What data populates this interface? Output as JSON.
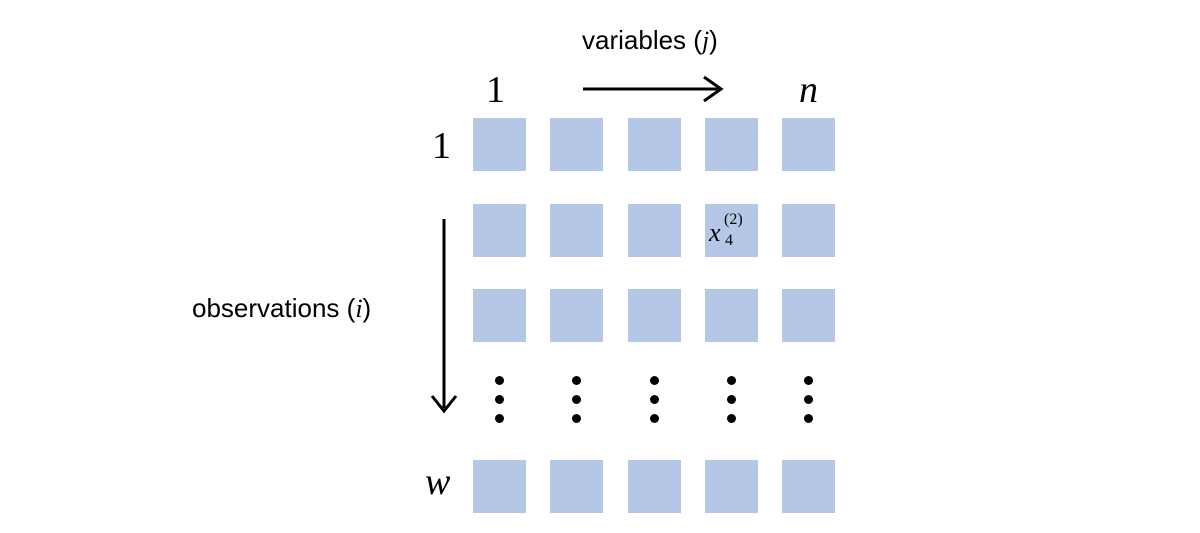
{
  "labels": {
    "variables_text": "variables (",
    "variables_var": "j",
    "variables_close": ")",
    "observations_text": "observations (",
    "observations_var": "i",
    "observations_close": ")",
    "col_first": "1",
    "col_last": "n",
    "row_first": "1",
    "row_last": "w"
  },
  "cell_label": {
    "base": "x",
    "superscript": "(2)",
    "subscript": "4"
  },
  "colors": {
    "cell": "#b4c7e7",
    "ink": "#000000"
  }
}
